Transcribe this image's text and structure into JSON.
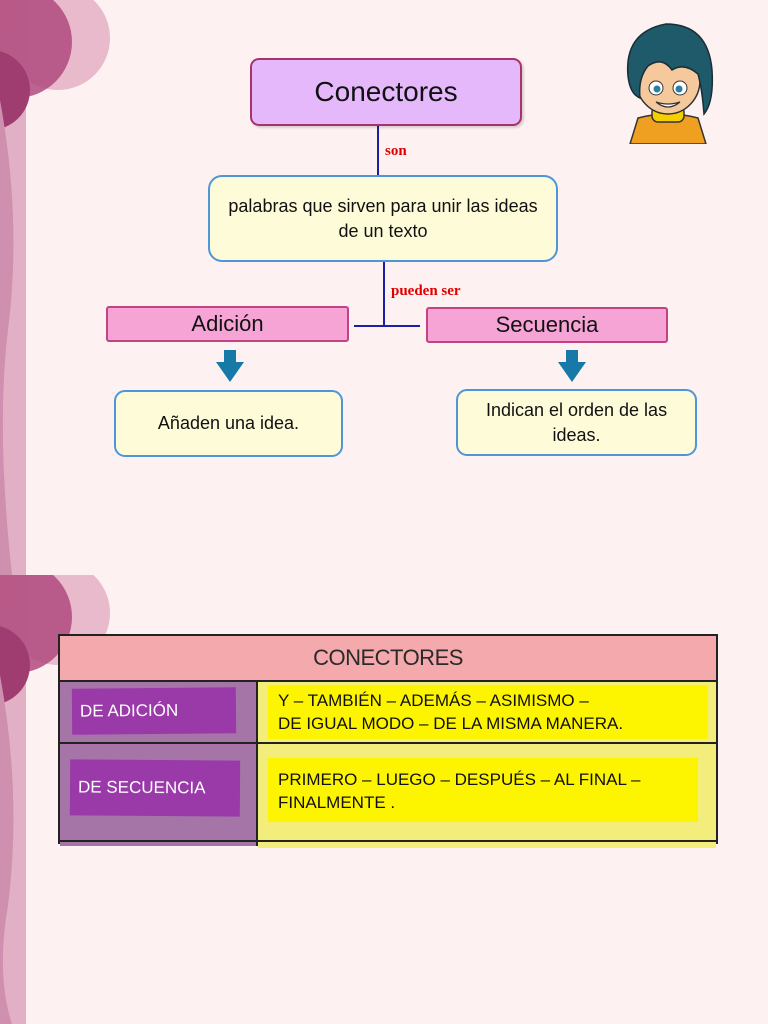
{
  "slide1": {
    "title": "Conectores",
    "link_son": "son",
    "definition": "palabras que sirven para unir las ideas de un texto",
    "link_pueden_ser": "pueden ser",
    "categories": [
      {
        "label": "Adición",
        "description": "Añaden una idea."
      },
      {
        "label": "Secuencia",
        "description": "Indican el orden de las ideas."
      }
    ]
  },
  "slide2": {
    "table": {
      "header": "CONECTORES",
      "rows": [
        {
          "type": "DE ADICIÓN",
          "words": "Y – TAMBIÉN – ADEMÁS – ASIMISMO –\nDE IGUAL MODO – DE LA MISMA MANERA."
        },
        {
          "type": "DE SECUENCIA",
          "words": "PRIMERO – LUEGO – DESPUÉS – AL FINAL –\nFINALMENTE ."
        }
      ]
    }
  },
  "colors": {
    "title_fill": "#e5b8fb",
    "box_fill": "#fefbd8",
    "box_border": "#4e96d8",
    "category_fill": "#f6a3d6",
    "link_text": "#e00000",
    "connector_line": "#1a1fa6",
    "arrow": "#1679a8",
    "table_header": "#f4a9ad",
    "table_label": "#993aa8",
    "table_highlight": "#fdf500"
  },
  "icons": [
    "cartoon-boy-icon",
    "down-arrow-icon",
    "decorative-circles"
  ]
}
